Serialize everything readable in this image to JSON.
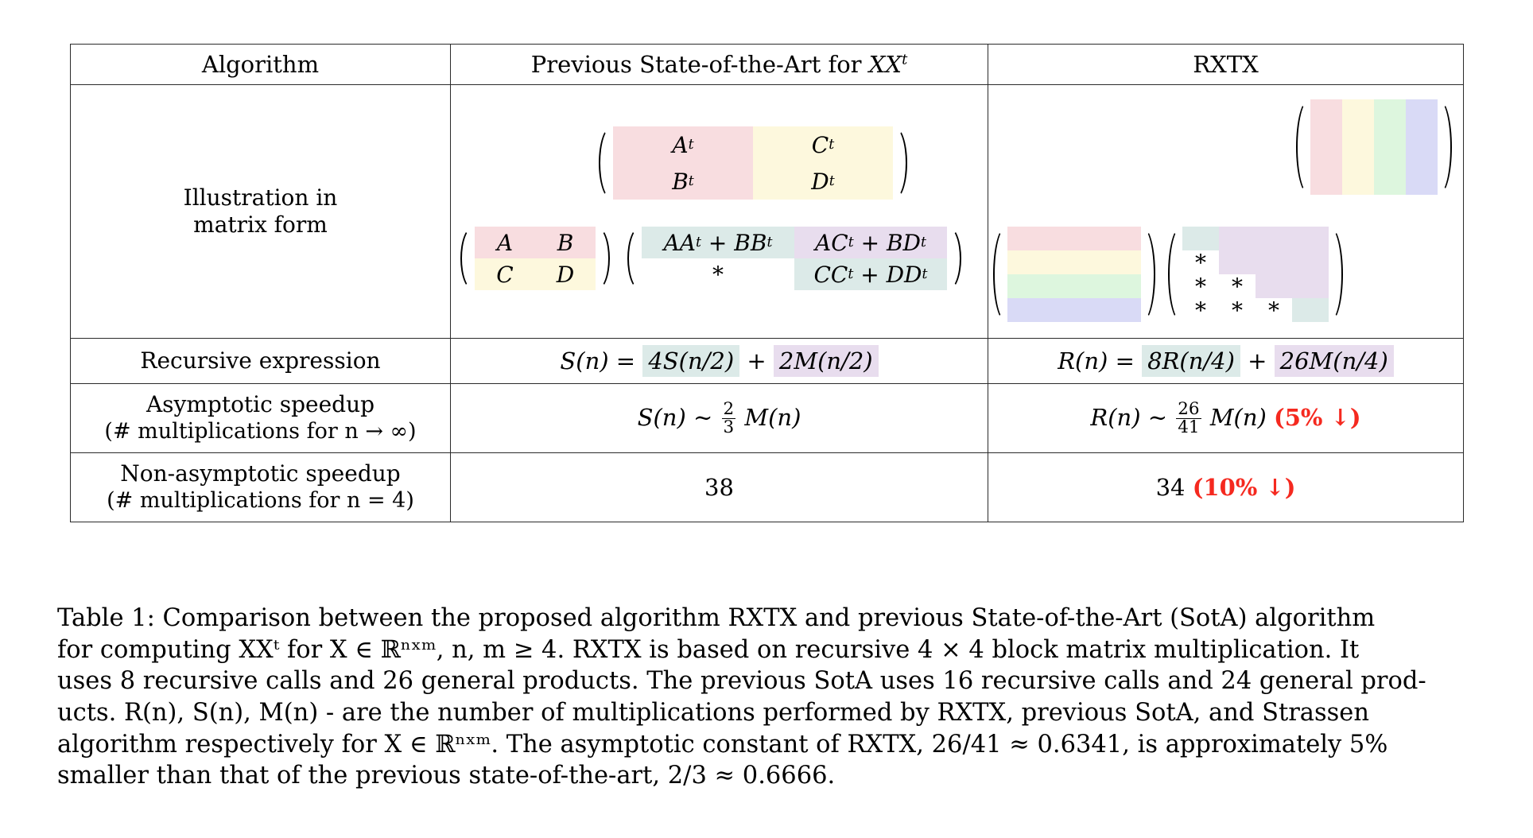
{
  "table": {
    "headers": {
      "algorithm": "Algorithm",
      "sota_prefix": "Previous State-of-the-Art for ",
      "sota_math": "XX",
      "sota_sup": "t",
      "rxtx": "RXTX"
    },
    "rows": {
      "illustration": {
        "label_line1": "Illustration in",
        "label_line2": "matrix form"
      },
      "recursive": {
        "label": "Recursive expression",
        "sota": {
          "lhs": "S(n)",
          "eq": "=",
          "term1": "4S(n/2)",
          "plus": "+",
          "term2": "2M(n/2)"
        },
        "rxtx": {
          "lhs": "R(n)",
          "eq": "=",
          "term1": "8R(n/4)",
          "plus": "+",
          "term2": "26M(n/4)"
        }
      },
      "asymptotic": {
        "label_line1": "Asymptotic speedup",
        "label_line2": "(# multiplications for n → ∞)",
        "sota": {
          "lhs": "S(n)",
          "sim": "∼",
          "frac_num": "2",
          "frac_den": "3",
          "rhs": "M(n)"
        },
        "rxtx": {
          "lhs": "R(n)",
          "sim": "∼",
          "frac_num": "26",
          "frac_den": "41",
          "rhs": "M(n)",
          "badge": "(5% ↓)"
        }
      },
      "nonasymptotic": {
        "label_line1": "Non-asymptotic speedup",
        "label_line2": "(# multiplications for n = 4)",
        "sota_value": "38",
        "rxtx_value": "34",
        "rxtx_badge": "(10% ↓)"
      }
    },
    "matrices": {
      "sota_xt": {
        "name": "X-transpose-block-matrix",
        "cells": [
          {
            "text": "A",
            "sup": "t",
            "color": "#f8dde0"
          },
          {
            "text": "C",
            "sup": "t",
            "color": "#fdf8dd"
          },
          {
            "text": "B",
            "sup": "t",
            "color": "#f8dde0"
          },
          {
            "text": "D",
            "sup": "t",
            "color": "#fdf8dd"
          }
        ]
      },
      "sota_x": {
        "name": "X-block-matrix",
        "cells": [
          {
            "text": "A",
            "color": "#f8dde0"
          },
          {
            "text": "B",
            "color": "#f8dde0"
          },
          {
            "text": "C",
            "color": "#fdf8dd"
          },
          {
            "text": "D",
            "color": "#fdf8dd"
          }
        ]
      },
      "sota_result": {
        "name": "sota-product-matrix",
        "cells": [
          {
            "text": "AAᵗ + BBᵗ",
            "color": "#dceae8"
          },
          {
            "text": "ACᵗ + BDᵗ",
            "color": "#e8ddee"
          },
          {
            "text": "*",
            "color": "transparent"
          },
          {
            "text": "CCᵗ + DDᵗ",
            "color": "#dceae8"
          }
        ]
      },
      "rxtx_xt": {
        "name": "rxtx-X-transpose-matrix",
        "stripes": [
          "#f8dde0",
          "#fdf8dd",
          "#ddf6de",
          "#d9daf6"
        ]
      },
      "rxtx_x": {
        "name": "rxtx-X-matrix",
        "stripes": [
          "#f8dde0",
          "#fdf8dd",
          "#ddf6de",
          "#d9daf6"
        ]
      },
      "rxtx_result": {
        "name": "rxtx-product-matrix",
        "grid": [
          [
            {
              "text": "",
              "color": "#dceae8"
            },
            {
              "text": "",
              "color": "#e8ddee"
            },
            {
              "text": "",
              "color": "#e8ddee"
            },
            {
              "text": "",
              "color": "#e8ddee"
            }
          ],
          [
            {
              "text": "*",
              "color": "transparent"
            },
            {
              "text": "",
              "color": "#e8ddee"
            },
            {
              "text": "",
              "color": "#e8ddee"
            },
            {
              "text": "",
              "color": "#e8ddee"
            }
          ],
          [
            {
              "text": "*",
              "color": "transparent"
            },
            {
              "text": "*",
              "color": "transparent"
            },
            {
              "text": "",
              "color": "#e8ddee"
            },
            {
              "text": "",
              "color": "#e8ddee"
            }
          ],
          [
            {
              "text": "*",
              "color": "transparent"
            },
            {
              "text": "*",
              "color": "transparent"
            },
            {
              "text": "*",
              "color": "transparent"
            },
            {
              "text": "",
              "color": "#dceae8"
            }
          ]
        ]
      }
    }
  },
  "caption": {
    "lines": [
      "Table 1: Comparison between the proposed algorithm RXTX and previous State-of-the-Art (SotA) algorithm",
      "for computing XXᵗ for X ∈ ℝⁿˣᵐ, n, m ≥ 4. RXTX is based on recursive 4 × 4 block matrix multiplication. It",
      "uses 8 recursive calls and 26 general products. The previous SotA uses 16 recursive calls and 24 general prod-",
      "ucts. R(n), S(n), M(n) - are the number of multiplications performed by RXTX, previous SotA, and Strassen",
      "algorithm respectively for X ∈ ℝⁿˣᵐ. The asymptotic constant of RXTX, 26/41 ≈ 0.6341, is approximately 5%",
      "smaller than that of the previous state-of-the-art, 2/3 ≈ 0.6666."
    ],
    "numbers": {
      "rxtx_constant": "0.6341",
      "sota_constant": "0.6666",
      "rxtx_recursive_calls": "8",
      "rxtx_general_products": "26",
      "sota_recursive_calls": "16",
      "sota_general_products": "24",
      "block_size": "4 × 4",
      "percent_smaller": "5%"
    }
  },
  "colors": {
    "pink": "#f8dde0",
    "cream": "#fdf8dd",
    "green": "#ddf6de",
    "blue": "#d9daf6",
    "teal": "#dceae8",
    "purple": "#e8ddee",
    "red_accent": "#f5291f",
    "border": "#2a2a2a"
  }
}
